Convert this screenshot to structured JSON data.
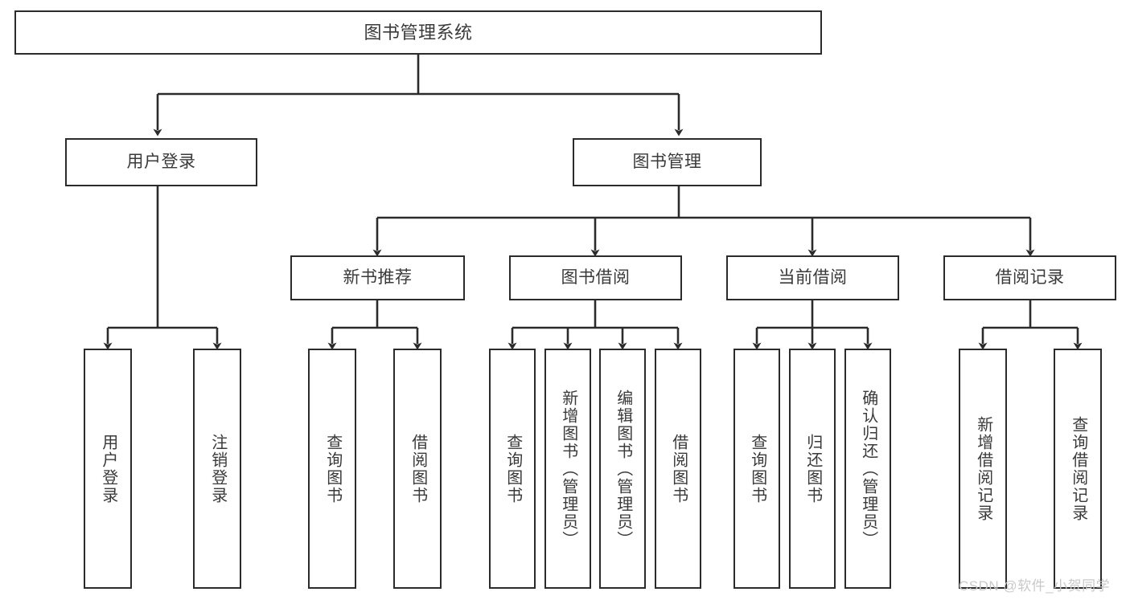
{
  "diagram": {
    "title": "图书管理系统",
    "type": "tree",
    "orientation": "top-down",
    "colors": {
      "background": "#ffffff",
      "box_border": "#2b2b2b",
      "box_fill": "#ffffff",
      "text": "#3a3a3a",
      "edge": "#2b2b2b",
      "watermark": "#c9c9c9"
    },
    "root": {
      "label": "图书管理系统"
    },
    "level1": [
      {
        "label": "用户登录"
      },
      {
        "label": "图书管理"
      }
    ],
    "level2": [
      {
        "label": "新书推荐",
        "parent": "图书管理"
      },
      {
        "label": "图书借阅",
        "parent": "图书管理"
      },
      {
        "label": "当前借阅",
        "parent": "图书管理"
      },
      {
        "label": "借阅记录",
        "parent": "图书管理"
      }
    ],
    "leaves": {
      "user_login": [
        {
          "label": "用户登录"
        },
        {
          "label": "注销登录"
        }
      ],
      "new_book_recommend": [
        {
          "label": "查询图书"
        },
        {
          "label": "借阅图书"
        }
      ],
      "book_borrow": [
        {
          "label": "查询图书"
        },
        {
          "label": "新增图书（管理员）"
        },
        {
          "label": "编辑图书（管理员）"
        },
        {
          "label": "借阅图书"
        }
      ],
      "current_borrow": [
        {
          "label": "查询图书"
        },
        {
          "label": "归还图书"
        },
        {
          "label": "确认归还（管理员）"
        }
      ],
      "borrow_record": [
        {
          "label": "新增借阅记录"
        },
        {
          "label": "查询借阅记录"
        }
      ]
    }
  },
  "watermark": {
    "text": "CSDN @软件_小贺同学"
  }
}
